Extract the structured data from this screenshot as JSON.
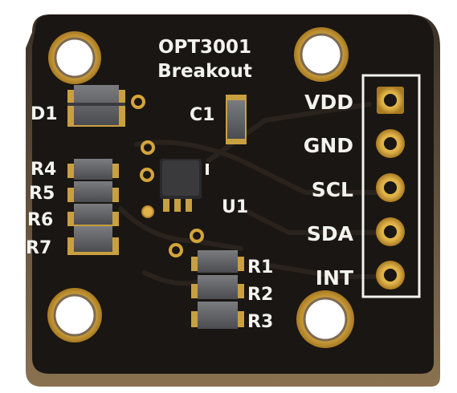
{
  "board": {
    "title_line1": "OPT3001",
    "title_line2": "Breakout",
    "colors": {
      "pcb": "#1a1613",
      "pcb_edge": "#6f5a3a",
      "copper": "#d4a53a",
      "silkscreen": "#f2f2ee",
      "component": "#5d5f63"
    }
  },
  "pins": [
    {
      "label": "VDD"
    },
    {
      "label": "GND"
    },
    {
      "label": "SCL"
    },
    {
      "label": "SDA"
    },
    {
      "label": "INT"
    }
  ],
  "components": {
    "d1": "D1",
    "c1": "C1",
    "u1": "U1",
    "r1": "R1",
    "r2": "R2",
    "r3": "R3",
    "r4": "R4",
    "r5": "R5",
    "r6": "R6",
    "r7": "R7"
  }
}
